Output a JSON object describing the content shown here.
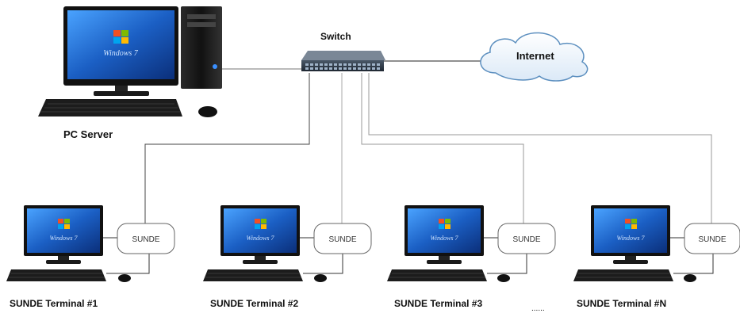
{
  "server": {
    "label": "PC Server",
    "os_logo_text": "Windows 7"
  },
  "switch": {
    "label": "Switch"
  },
  "internet": {
    "label": "Internet"
  },
  "terminals": [
    {
      "label": "SUNDE Terminal #1",
      "box_label": "SUNDE",
      "os_logo_text": "Windows 7"
    },
    {
      "label": "SUNDE Terminal #2",
      "box_label": "SUNDE",
      "os_logo_text": "Windows 7"
    },
    {
      "label": "SUNDE Terminal #3",
      "box_label": "SUNDE",
      "os_logo_text": "Windows 7"
    },
    {
      "label": "SUNDE Terminal #N",
      "box_label": "SUNDE",
      "os_logo_text": "Windows 7"
    }
  ],
  "ellipsis": "......",
  "colors": {
    "screen": "#1f6fd1",
    "device": "#1a1a1a",
    "cable": "#555555",
    "switch_body": "#2e3a4a"
  }
}
